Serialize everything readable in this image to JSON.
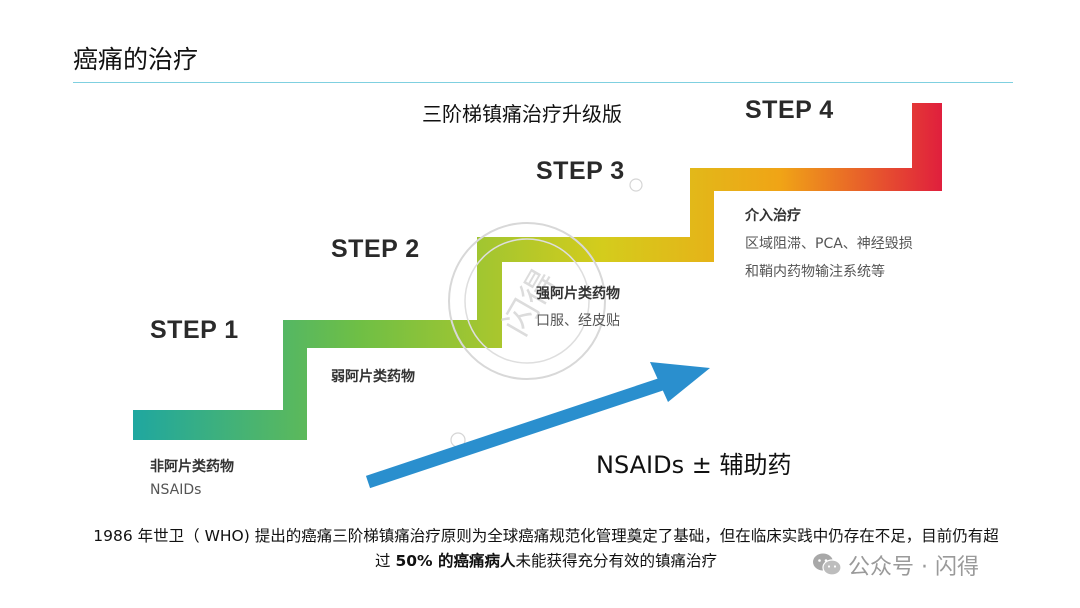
{
  "page": {
    "title": "癌痛的治疗",
    "subtitle": "三阶梯镇痛治疗升级版"
  },
  "steps": [
    {
      "label": "STEP 1",
      "drug_title": "非阿片类药物",
      "drug_sub": "NSAIDs"
    },
    {
      "label": "STEP 2",
      "drug_title": "弱阿片类药物",
      "drug_sub": ""
    },
    {
      "label": "STEP 3",
      "drug_title": "强阿片类药物",
      "drug_sub": "口服、经皮贴"
    },
    {
      "label": "STEP 4",
      "drug_title": "介入治疗",
      "drug_sub_lines": [
        "区域阻滞、PCA、神经毁损",
        "和鞘内药物输注系统等"
      ]
    }
  ],
  "arrow": {
    "label": "NSAIDs ± 辅助药",
    "color": "#2a8fce"
  },
  "staircase_colors": [
    "#1fa7a0",
    "#6fbf45",
    "#d4cc1c",
    "#f0a416",
    "#e01f3d"
  ],
  "footnote": {
    "text_before": "1986 年世卫（ WHO) 提出的癌痛三阶梯镇痛治疗原则为全球癌痛规范化管理奠定了基础，但在临床实践中仍存在不足，目前仍有超过 ",
    "bold": "50% 的癌痛病人",
    "text_after": "未能获得充分有效的镇痛治疗"
  },
  "watermark": {
    "brand": "公众号 · 闪得",
    "stamp_text": "闪得"
  }
}
